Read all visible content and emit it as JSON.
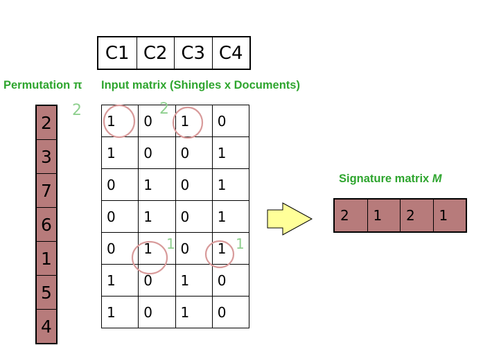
{
  "column_headers": [
    "C1",
    "C2",
    "C3",
    "C4"
  ],
  "labels": {
    "permutation": "Permutation π",
    "input_matrix": "Input matrix (Shingles x Documents)",
    "signature_prefix": "Signature matrix ",
    "signature_var": "M"
  },
  "permutation": [
    "2",
    "3",
    "7",
    "6",
    "1",
    "5",
    "4"
  ],
  "input_matrix": [
    [
      "1",
      "0",
      "1",
      "0"
    ],
    [
      "1",
      "0",
      "0",
      "1"
    ],
    [
      "0",
      "1",
      "0",
      "1"
    ],
    [
      "0",
      "1",
      "0",
      "1"
    ],
    [
      "0",
      "1",
      "0",
      "1"
    ],
    [
      "1",
      "0",
      "1",
      "0"
    ],
    [
      "1",
      "0",
      "1",
      "0"
    ]
  ],
  "signature": [
    "2",
    "1",
    "2",
    "1"
  ],
  "annotations": {
    "a1": "2",
    "a2": "2",
    "a3": "1",
    "a4": "1"
  },
  "colors": {
    "green": "#2ea52e",
    "cell_fill": "#b77b7b",
    "arrow_fill": "#ffff99",
    "circle": "#d89a9a",
    "pen_green": "#8fd08f"
  }
}
